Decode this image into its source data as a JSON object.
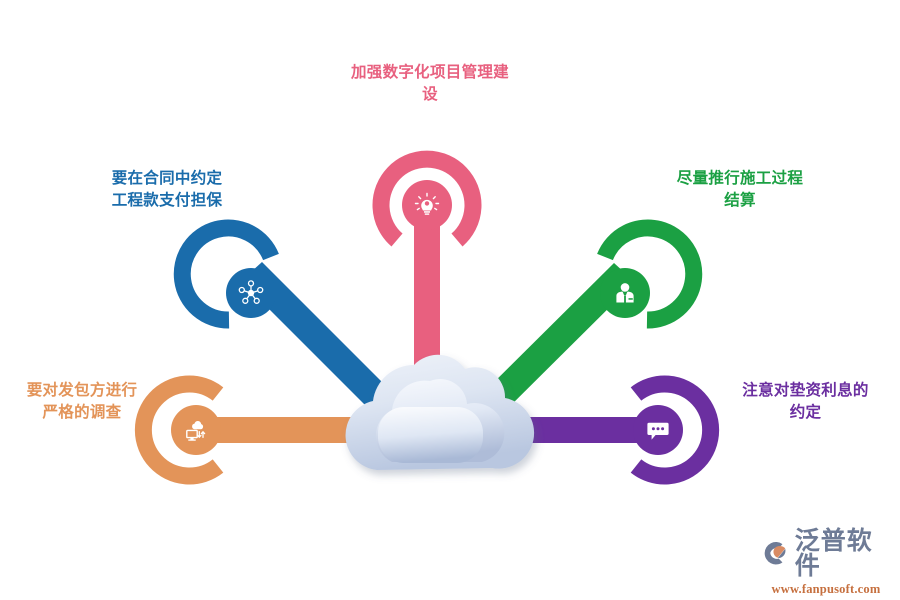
{
  "diagram": {
    "type": "hub-and-spoke",
    "center": {
      "icon": "cloud-icon",
      "label": ""
    },
    "nodes": [
      {
        "id": "top",
        "label": "加强数字化项目管理建\n设",
        "color": "#e8607f",
        "icon": "lightbulb-icon",
        "position": "top"
      },
      {
        "id": "upper-left",
        "label": "要在合同中约定\n工程款支付担保",
        "color": "#1a6cab",
        "icon": "network-hub-icon",
        "position": "upper-left"
      },
      {
        "id": "upper-right",
        "label": "尽量推行施工过程\n结算",
        "color": "#1ba043",
        "icon": "businessman-icon",
        "position": "upper-right"
      },
      {
        "id": "left",
        "label": "要对发包方进行\n严格的调查",
        "color": "#e39459",
        "icon": "cloud-computer-sync-icon",
        "position": "left"
      },
      {
        "id": "right",
        "label": "注意对垫资利息的\n约定",
        "color": "#6b2fa0",
        "icon": "chat-bubble-icon",
        "position": "right"
      }
    ]
  },
  "brand": {
    "mark": "fanpu-logo-icon",
    "name": "泛普软件",
    "url": "www.fanpusoft.com",
    "name_color": "#6e7b96",
    "url_color": "#c6703f"
  }
}
